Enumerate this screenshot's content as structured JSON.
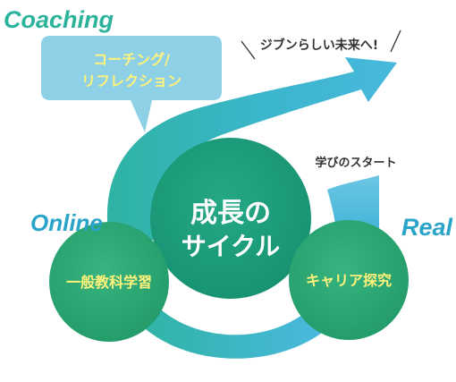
{
  "labels": {
    "coaching": "Coaching",
    "online": "Online",
    "real": "Real"
  },
  "callout": {
    "line1": "コーチング/",
    "line2": "リフレクション"
  },
  "goal_text": "ジブンらしい未来へ!",
  "start_text": "学びのスタート",
  "center": {
    "line1": "成長の",
    "line2": "サイクル"
  },
  "left_circle": "一般教科学習",
  "right_circle": "キャリア探究",
  "colors": {
    "cycle_blue": "#3fb6d3",
    "cycle_teal": "#33b59a",
    "center_green": "#1fa17e",
    "circle_green": "#2eab77",
    "callout_blue": "#8ed1e6",
    "callout_text": "#fff27a",
    "label_teal": "#2bb39b",
    "label_blue": "#2aa4c8",
    "text_dark": "#333333"
  }
}
